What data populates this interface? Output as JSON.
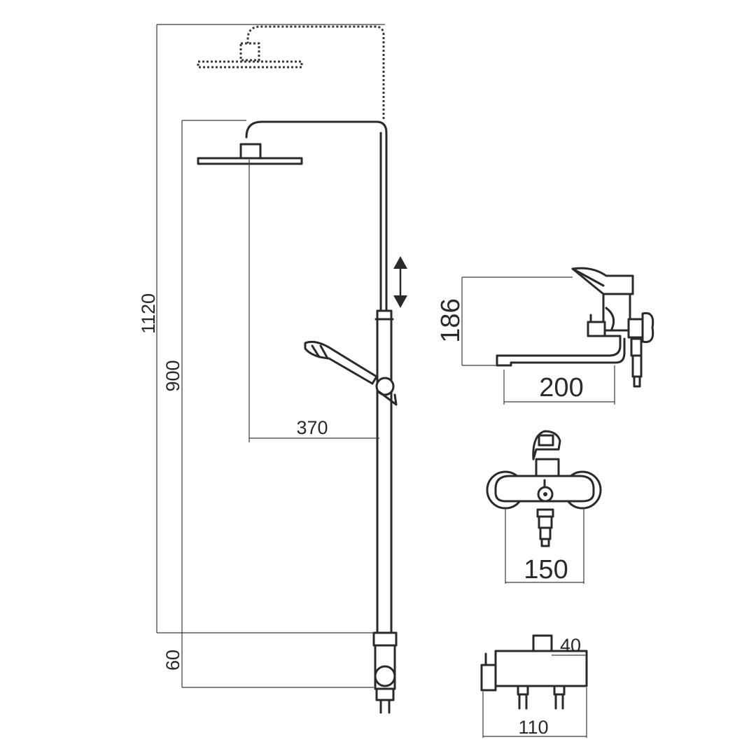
{
  "dimensions": {
    "total_height": "1120",
    "column_height": "900",
    "arm_reach": "370",
    "base_height": "60",
    "mixer_height": "186",
    "spout_length": "200",
    "mixer_width": "150",
    "depth_top": "40",
    "depth_total": "110"
  },
  "colors": {
    "line": "#2a2a2a",
    "background": "#ffffff"
  },
  "icons": {
    "height_adjust": "double-arrow-vertical-icon"
  }
}
